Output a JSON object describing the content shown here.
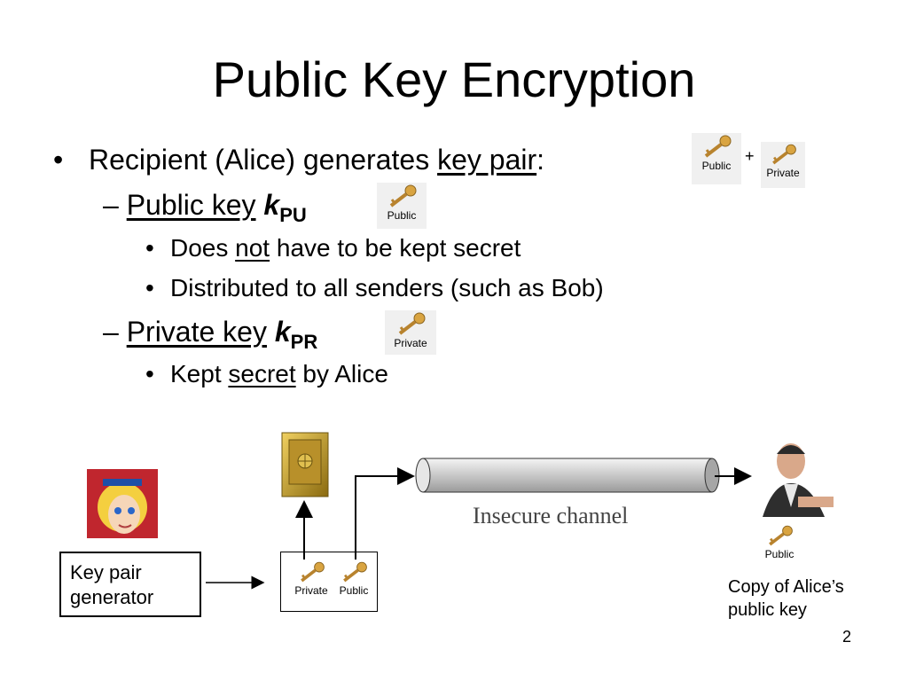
{
  "title": "Public Key Encryption",
  "bullet": {
    "symbol": "•",
    "text": "Recipient (Alice) generates ",
    "underlined": "key pair",
    "suffix": ":"
  },
  "public_key": {
    "dash": "–",
    "label": "Public key",
    "var": "k",
    "sub": "PU",
    "points": [
      {
        "pre": "Does ",
        "underlined": "not",
        "post": " have to be kept secret"
      },
      {
        "pre": "Distributed to all senders (such as Bob)",
        "underlined": "",
        "post": ""
      }
    ]
  },
  "private_key": {
    "dash": "–",
    "label": "Private key",
    "var": "k",
    "sub": "PR",
    "points": [
      {
        "pre": "Kept ",
        "underlined": "secret",
        "post": " by Alice"
      }
    ]
  },
  "key_icons": {
    "public_label": "Public",
    "private_label": "Private",
    "plus": "+"
  },
  "diagram": {
    "generator_label": "Key pair generator",
    "generator_line1": "Key pair",
    "generator_line2": "generator",
    "channel_label": "Insecure channel",
    "copy_line1": "Copy of Alice’s",
    "copy_line2": "public key",
    "colors": {
      "key_gold": "#d9a441",
      "vault_gold": "#c9a227",
      "alice_red": "#c0262e",
      "alice_hair": "#f4cf3f"
    }
  },
  "page_number": "2"
}
